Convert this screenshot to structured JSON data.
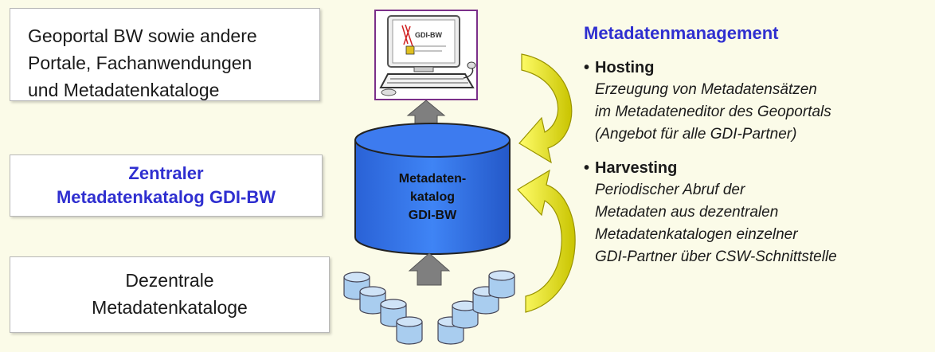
{
  "left_boxes": {
    "portals": {
      "lines": [
        "Geoportal BW sowie andere",
        "Portale, Fachanwendungen",
        "und Metadatenkataloge"
      ]
    },
    "central": {
      "lines": [
        "Zentraler",
        "Metadatenkatalog GDI-BW"
      ]
    },
    "decentral": {
      "lines": [
        "Dezentrale",
        "Metadatenkataloge"
      ]
    }
  },
  "center": {
    "monitor_logo": "GDI-BW",
    "database_label": [
      "Metadaten-",
      "katalog",
      "GDI-BW"
    ]
  },
  "right_panel": {
    "title": "Metadatenmanagement",
    "hosting": {
      "bullet": "•",
      "heading": "Hosting",
      "lines": [
        "Erzeugung von Metadatensätzen",
        "im Metadateneditor des Geoportals",
        "(Angebot für alle GDI-Partner)"
      ]
    },
    "harvesting": {
      "bullet": "•",
      "heading": "Harvesting",
      "lines": [
        "Periodischer Abruf der",
        "Metadaten aus dezentralen",
        "Metadatenkatalogen einzelner",
        "GDI-Partner über CSW-Schnittstelle"
      ]
    }
  },
  "colors": {
    "accent_blue_text": "#2f2fd0",
    "database_blue": "#2f6fe6",
    "small_cylinder": "#a9cdef",
    "curved_arrow": "#f5f20a",
    "gray_arrow": "#7f7f7f",
    "background": "#fbfbe8"
  }
}
